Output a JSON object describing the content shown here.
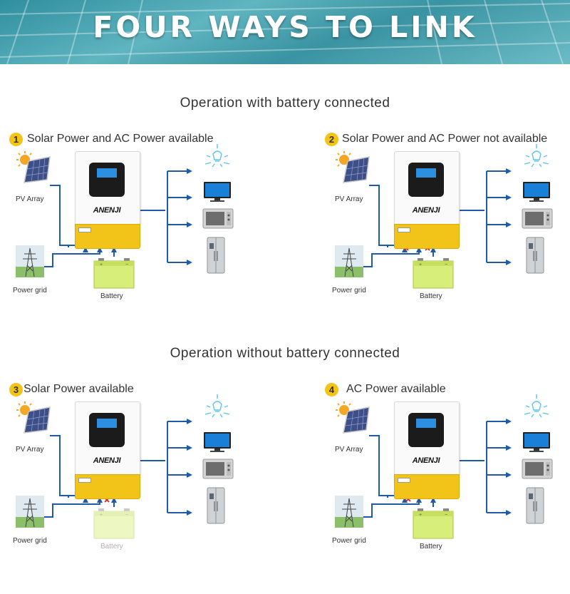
{
  "banner": {
    "title": "FOUR WAYS TO LINK"
  },
  "sections": {
    "with_battery": "Operation with battery connected",
    "without_battery": "Operation without  battery connected"
  },
  "brand": "ANENJI",
  "labels": {
    "pv": "PV Array",
    "grid": "Power grid",
    "battery": "Battery"
  },
  "panels": [
    {
      "num": "1",
      "title": "Solar Power and AC Power available"
    },
    {
      "num": "2",
      "title": "Solar Power and AC Power not available"
    },
    {
      "num": "3",
      "title": "Solar Power available"
    },
    {
      "num": "4",
      "title": "AC Power available"
    }
  ],
  "colors": {
    "wire": "#1e5aa8",
    "cut_mark": "#e02020",
    "inverter_base": "#f2c318",
    "number_badge": "#f3c316",
    "banner": "#3a93a2"
  }
}
